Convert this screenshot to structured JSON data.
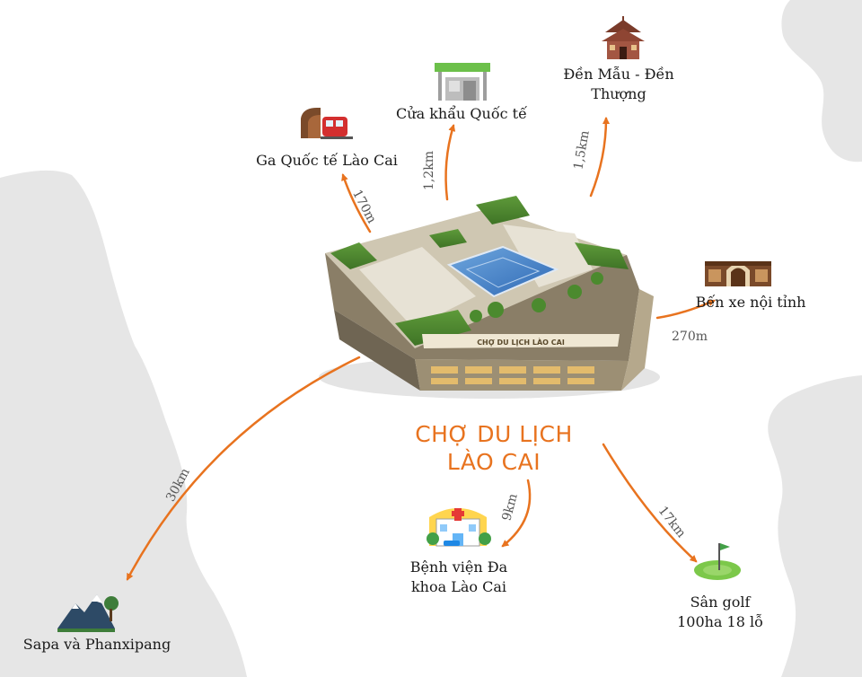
{
  "title": {
    "line1": "CHỢ DU LỊCH",
    "line2": "LÀO CAI"
  },
  "building_sign": "CHỢ DU LỊCH LÀO CAI",
  "destinations": [
    {
      "id": "ga",
      "label": "Ga Quốc tế Lào Cai",
      "distance": "170m",
      "icon": "train-icon"
    },
    {
      "id": "cuakhau",
      "label": "Cửa khẩu Quốc tế",
      "distance": "1,2km",
      "icon": "border-gate-icon"
    },
    {
      "id": "den",
      "label_line1": "Đền Mẫu - Đền",
      "label_line2": "Thượng",
      "distance": "1,5km",
      "icon": "temple-icon"
    },
    {
      "id": "benxe",
      "label": "Bến xe nội tỉnh",
      "distance": "270m",
      "icon": "bus-station-icon"
    },
    {
      "id": "sapa",
      "label": "Sapa và Phanxipang",
      "distance": "30km",
      "icon": "mountain-icon"
    },
    {
      "id": "benhvien",
      "label_line1": "Bệnh viện Đa",
      "label_line2": "khoa Lào Cai",
      "distance": "9km",
      "icon": "hospital-icon"
    },
    {
      "id": "golf",
      "label_line1": "Sân golf",
      "label_line2": "100ha 18 lỗ",
      "distance": "17km",
      "icon": "golf-icon"
    }
  ],
  "colors": {
    "accent": "#e8731f",
    "land": "#e6e6e6",
    "background": "#ffffff",
    "text": "#1a1a1a"
  }
}
